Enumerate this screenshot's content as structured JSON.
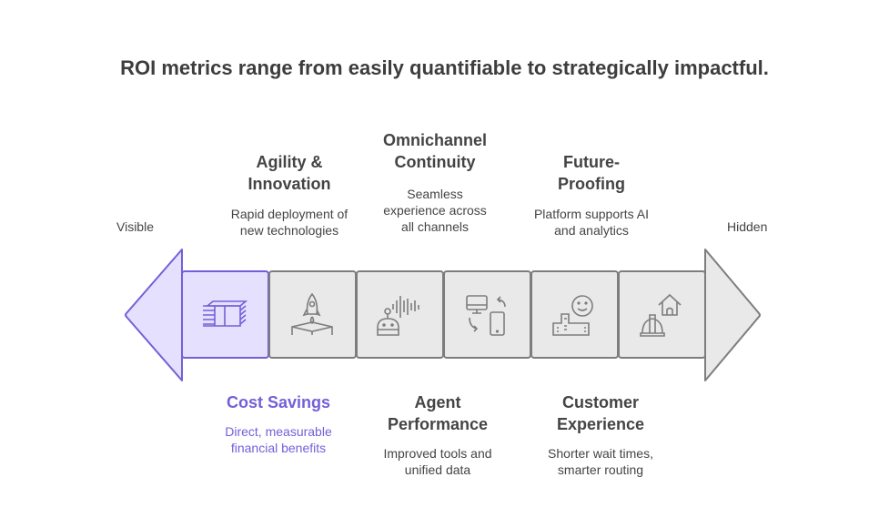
{
  "title": "ROI metrics range from easily quantifiable to strategically impactful.",
  "axis": {
    "left_label": "Visible",
    "right_label": "Hidden"
  },
  "colors": {
    "accent": "#7360d8",
    "accent_fill": "#e4e0fd",
    "gray_stroke": "#7d7d7d",
    "gray_fill": "#e9e9e9"
  },
  "items": [
    {
      "title": "Cost Savings",
      "desc": "Direct, measurable financial benefits",
      "icon": "money-stack-icon",
      "position": "bottom"
    },
    {
      "title": "Agility & Innovation",
      "desc": "Rapid deployment of new technologies",
      "icon": "rocket-launch-icon",
      "position": "top"
    },
    {
      "title": "Agent Performance",
      "desc": "Improved tools and unified data",
      "icon": "robot-voice-icon",
      "position": "bottom"
    },
    {
      "title": "Omnichannel Continuity",
      "desc": "Seamless experience across all channels",
      "icon": "devices-sync-icon",
      "position": "top"
    },
    {
      "title": "Customer Experience",
      "desc": "Shorter wait times, smarter routing",
      "icon": "happy-customer-icon",
      "position": "bottom"
    },
    {
      "title": "Future-Proofing",
      "desc": "Platform supports AI and analytics",
      "icon": "construction-home-icon",
      "position": "top"
    }
  ]
}
